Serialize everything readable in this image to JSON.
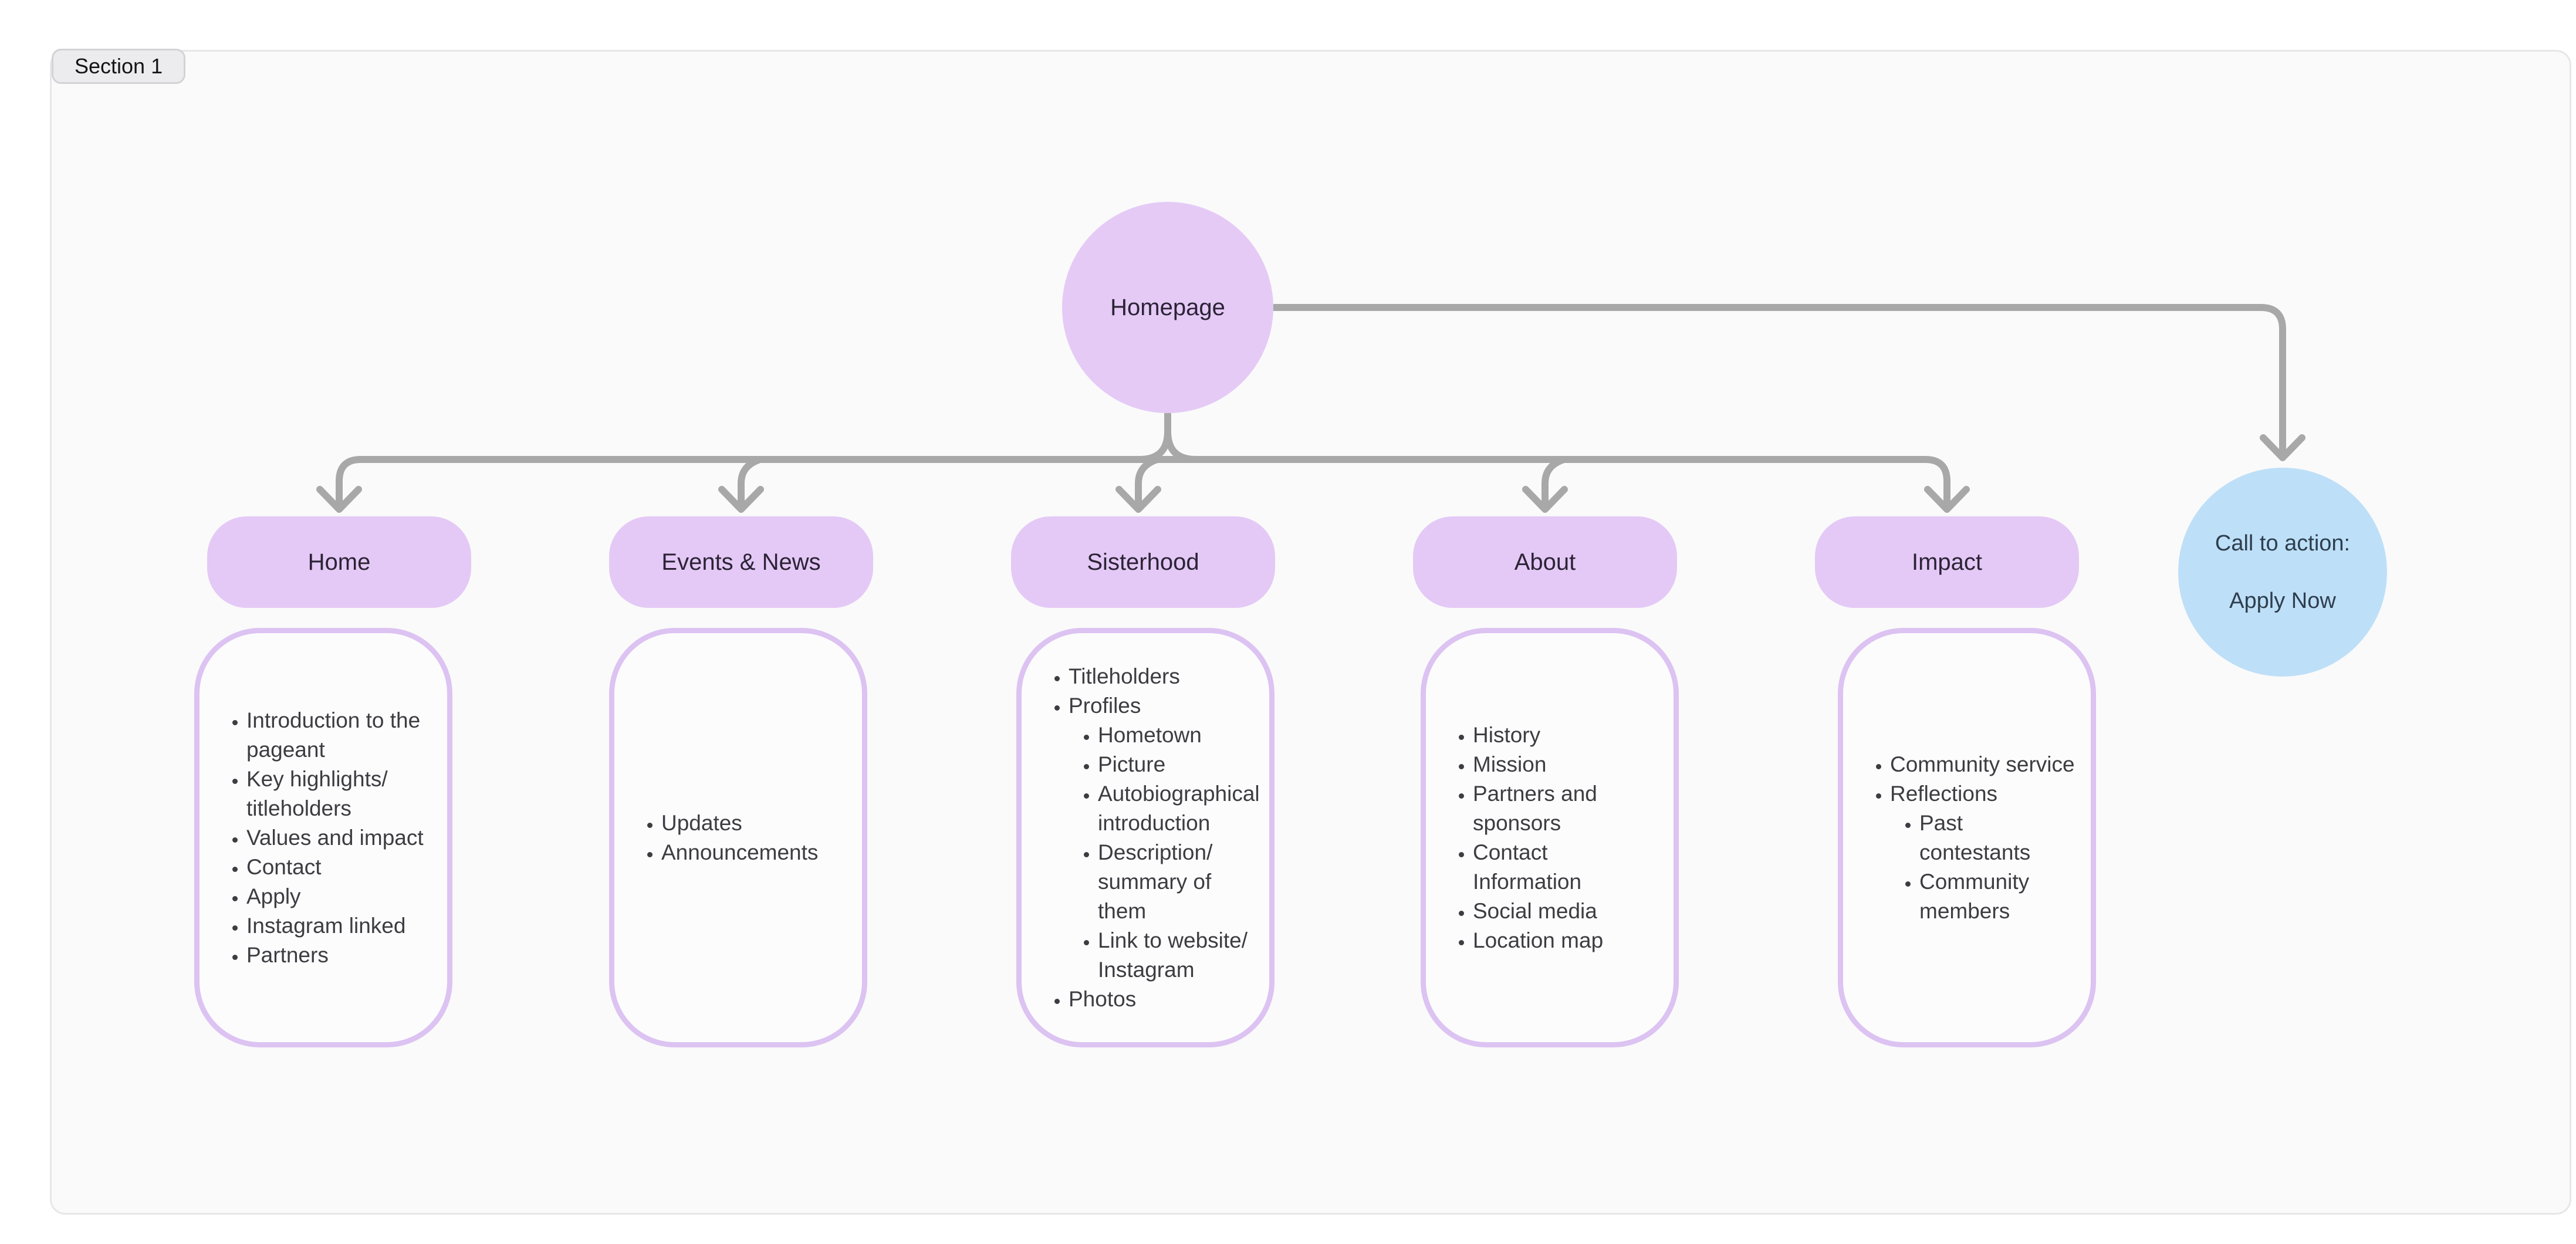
{
  "section": {
    "label": "Section 1"
  },
  "root": {
    "label": "Homepage"
  },
  "cta": {
    "line1": "Call to action:",
    "line2": "Apply Now"
  },
  "branches": [
    {
      "label": "Home",
      "items": [
        {
          "text": "Introduction to the\npageant"
        },
        {
          "text": "Key highlights/\ntitleholders"
        },
        {
          "text": "Values and impact"
        },
        {
          "text": "Contact"
        },
        {
          "text": "Apply"
        },
        {
          "text": "Instagram linked"
        },
        {
          "text": "Partners"
        }
      ]
    },
    {
      "label": "Events & News",
      "items": [
        {
          "text": "Updates"
        },
        {
          "text": "Announcements"
        }
      ]
    },
    {
      "label": "Sisterhood",
      "items": [
        {
          "text": "Titleholders"
        },
        {
          "text": "Profiles",
          "children": [
            {
              "text": "Hometown"
            },
            {
              "text": "Picture"
            },
            {
              "text": "Autobiographical\nintroduction"
            },
            {
              "text": "Description/\nsummary of them"
            },
            {
              "text": "Link to website/\nInstagram"
            }
          ]
        },
        {
          "text": "Photos"
        }
      ]
    },
    {
      "label": "About",
      "items": [
        {
          "text": "History"
        },
        {
          "text": "Mission"
        },
        {
          "text": "Partners and\nsponsors"
        },
        {
          "text": "Contact Information"
        },
        {
          "text": "Social media"
        },
        {
          "text": "Location map"
        }
      ]
    },
    {
      "label": "Impact",
      "items": [
        {
          "text": "Community service"
        },
        {
          "text": "Reflections",
          "children": [
            {
              "text": "Past contestants"
            },
            {
              "text": "Community\nmembers"
            }
          ]
        }
      ]
    }
  ],
  "colors": {
    "node_fill": "#e5caf6",
    "card_border": "#dcc3f2",
    "cta_fill": "#bedff8",
    "connector": "#a8a8a8",
    "frame_bg": "#fafafa",
    "list_text": "#3c3c41",
    "node_text": "#2c2336",
    "cta_text": "#2e3e4d"
  }
}
